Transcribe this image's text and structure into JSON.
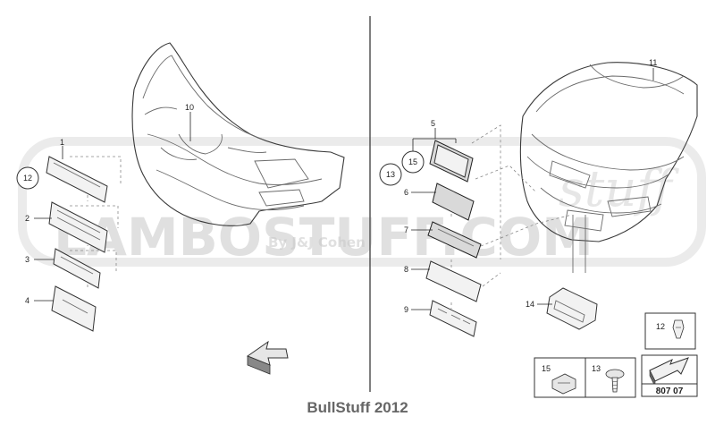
{
  "callouts": {
    "p1": "1",
    "p2": "2",
    "p3": "3",
    "p4": "4",
    "p5": "5",
    "p6": "6",
    "p7": "7",
    "p8": "8",
    "p9": "9",
    "p10": "10",
    "p11": "11",
    "p12": "12",
    "p13": "13",
    "p14": "14",
    "p15": "15"
  },
  "circled": {
    "left": "12",
    "right_a": "15",
    "right_b": "13"
  },
  "legend": {
    "box12": "12",
    "box15": "15",
    "box13": "13"
  },
  "diagram_code": "807 07",
  "footer": "BullStuff 2012",
  "watermark": {
    "main": "LAMBOSTUFF.COM",
    "sub": "By J&J Cohen",
    "script": "stuff"
  },
  "colors": {
    "line": "#333333",
    "divider": "#555555",
    "watermark": "#c8c8c8",
    "footer": "#666666"
  }
}
